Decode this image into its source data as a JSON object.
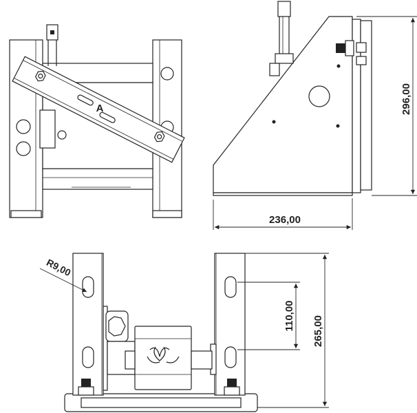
{
  "drawing": {
    "side_view": {
      "width_dim": "236,00",
      "height_dim": "296,00"
    },
    "front_view": {
      "label": "A"
    },
    "bottom_view": {
      "radius_dim": "R9,00",
      "slot_dim": "110,00",
      "height_dim": "265,00"
    }
  }
}
